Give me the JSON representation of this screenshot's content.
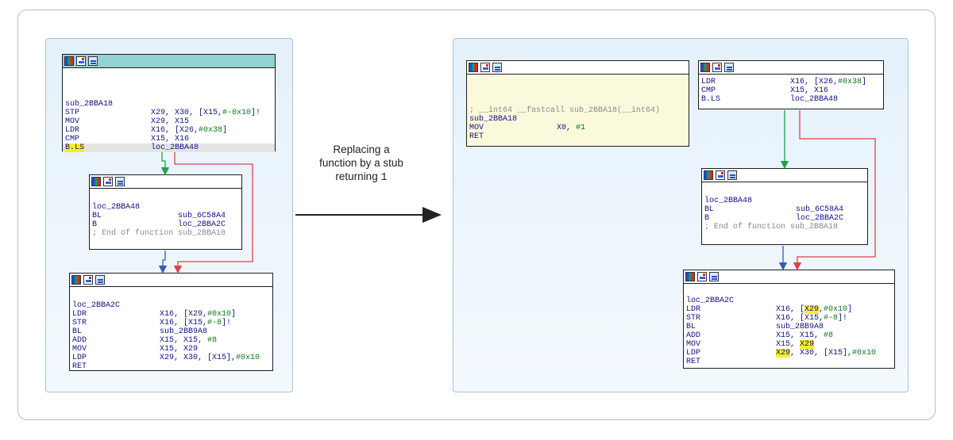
{
  "caption": {
    "line1": "Replacing a",
    "line2": "function by a stub",
    "line3_prefix": "returning ",
    "line3_value": "1"
  },
  "left": {
    "entry": {
      "lines": [
        {
          "label": "sub_2BBA18"
        },
        {
          "mnem": "STP",
          "ops": [
            {
              "t": "X29, X30, [X15,"
            },
            {
              "t": "#-0x10",
              "c": "num"
            },
            {
              "t": "]!"
            }
          ]
        },
        {
          "mnem": "MOV",
          "ops": [
            {
              "t": "X29, X15"
            }
          ]
        },
        {
          "mnem": "LDR",
          "ops": [
            {
              "t": "X16, [X26,"
            },
            {
              "t": "#0x38",
              "c": "num"
            },
            {
              "t": "]"
            }
          ]
        },
        {
          "mnem": "CMP",
          "ops": [
            {
              "t": "X15, X16"
            }
          ]
        },
        {
          "mnem": "B.LS",
          "mnem_hl": true,
          "ops": [
            {
              "t": "loc_2BBA48"
            }
          ],
          "row_hl": true
        }
      ]
    },
    "mid": {
      "lines": [
        {
          "label": "loc_2BBA48"
        },
        {
          "mnem": "BL",
          "ops": [
            {
              "t": "sub_6C58A4"
            }
          ]
        },
        {
          "mnem": "B",
          "ops": [
            {
              "t": "loc_2BBA2C"
            }
          ]
        },
        {
          "comment": "; End of function sub_2BBA18"
        }
      ]
    },
    "tail": {
      "lines": [
        {
          "label": "loc_2BBA2C"
        },
        {
          "mnem": "LDR",
          "ops": [
            {
              "t": "X16, [X29,"
            },
            {
              "t": "#0x10",
              "c": "num"
            },
            {
              "t": "]"
            }
          ]
        },
        {
          "mnem": "STR",
          "ops": [
            {
              "t": "X16, [X15,"
            },
            {
              "t": "#-8",
              "c": "num"
            },
            {
              "t": "]!"
            }
          ]
        },
        {
          "mnem": "BL",
          "ops": [
            {
              "t": "sub_2BB9A8"
            }
          ]
        },
        {
          "mnem": "ADD",
          "ops": [
            {
              "t": "X15, X15, "
            },
            {
              "t": "#8",
              "c": "num"
            }
          ]
        },
        {
          "mnem": "MOV",
          "ops": [
            {
              "t": "X15, X29"
            }
          ]
        },
        {
          "mnem": "LDP",
          "ops": [
            {
              "t": "X29, X30, [X15],"
            },
            {
              "t": "#0x10",
              "c": "num"
            }
          ]
        },
        {
          "mnem": "RET",
          "ops": []
        }
      ]
    }
  },
  "right": {
    "stub": {
      "lines": [
        {
          "comment": "; __int64 __fastcall sub_2BBA18(__int64)"
        },
        {
          "label": "sub_2BBA18"
        },
        {
          "mnem": "MOV",
          "ops": [
            {
              "t": "X0, "
            },
            {
              "t": "#1",
              "c": "num"
            }
          ]
        },
        {
          "mnem": "RET",
          "ops": []
        }
      ]
    },
    "entry": {
      "lines": [
        {
          "mnem": "LDR",
          "ops": [
            {
              "t": "X16, [X26,"
            },
            {
              "t": "#0x38",
              "c": "num"
            },
            {
              "t": "]"
            }
          ]
        },
        {
          "mnem": "CMP",
          "ops": [
            {
              "t": "X15, X16"
            }
          ]
        },
        {
          "mnem": "B.LS",
          "ops": [
            {
              "t": "loc_2BBA48"
            }
          ]
        }
      ]
    },
    "mid": {
      "lines": [
        {
          "label": "loc_2BBA48"
        },
        {
          "mnem": "BL",
          "ops": [
            {
              "t": "sub_6C58A4"
            }
          ]
        },
        {
          "mnem": "B",
          "ops": [
            {
              "t": "loc_2BBA2C"
            }
          ]
        },
        {
          "comment": "; End of function sub_2BBA18"
        }
      ]
    },
    "tail": {
      "lines": [
        {
          "label": "loc_2BBA2C"
        },
        {
          "mnem": "LDR",
          "ops": [
            {
              "t": "X16, ["
            },
            {
              "t": "X29",
              "c": "hl"
            },
            {
              "t": ","
            },
            {
              "t": "#0x10",
              "c": "num"
            },
            {
              "t": "]"
            }
          ]
        },
        {
          "mnem": "STR",
          "ops": [
            {
              "t": "X16, [X15,"
            },
            {
              "t": "#-8",
              "c": "num"
            },
            {
              "t": "]!"
            }
          ]
        },
        {
          "mnem": "BL",
          "ops": [
            {
              "t": "sub_2BB9A8"
            }
          ]
        },
        {
          "mnem": "ADD",
          "ops": [
            {
              "t": "X15, X15, "
            },
            {
              "t": "#8",
              "c": "num"
            }
          ]
        },
        {
          "mnem": "MOV",
          "ops": [
            {
              "t": "X15, "
            },
            {
              "t": "X29",
              "c": "hl"
            }
          ]
        },
        {
          "mnem": "LDP",
          "ops": [
            {
              "t": "X29",
              "c": "hl"
            },
            {
              "t": ", X30, [X15],"
            },
            {
              "t": "#0x10",
              "c": "num"
            }
          ]
        },
        {
          "mnem": "RET",
          "ops": []
        }
      ]
    }
  },
  "colors": {
    "true_edge": "#1fa34a",
    "false_edge": "#e0404a",
    "uncond_edge": "#3a5ab0",
    "highlight": "#f7ee2a",
    "operand_blue": "#111185",
    "number_green": "#0b7a18"
  }
}
